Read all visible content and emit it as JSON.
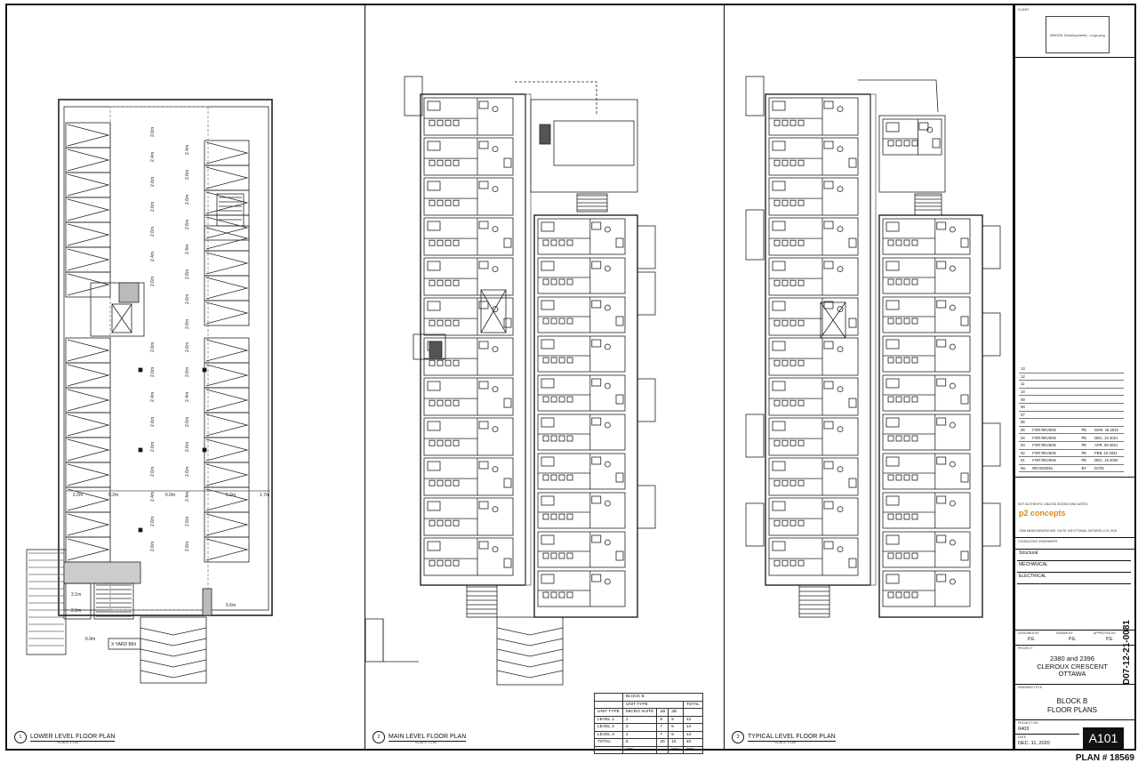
{
  "plans": {
    "lower": {
      "number": "1",
      "sheet": "A101",
      "title": "LOWER LEVEL FLOOR PLAN",
      "scale": "SCALE 1:150"
    },
    "main": {
      "number": "2",
      "sheet": "A101",
      "title": "MAIN LEVEL FLOOR PLAN",
      "scale": "SCALE 1:150"
    },
    "typical": {
      "number": "3",
      "sheet": "A101",
      "title": "TYPICAL LEVEL FLOOR PLAN",
      "scale": "SCALE 1:150"
    }
  },
  "parking_dims": [
    "2.6m",
    "2.4m",
    "2.6m",
    "2.6m",
    "2.6m",
    "2.4m",
    "2.6m",
    "2.6m",
    "2.6m",
    "2.4m",
    "2.6m",
    "2.6m",
    "2.6m",
    "2.4m",
    "2.6m",
    "2.6m"
  ],
  "parking_row_dims": [
    "2.2m",
    "5.2m",
    "6.0m",
    "5.2m",
    "1.7m"
  ],
  "lower_extra": {
    "dim_a": "3.1m",
    "dim_b": "2.1m",
    "dim_c": "6.9m",
    "bike": "X YARD BIN",
    "dim_d": "5.6m"
  },
  "unit_table": {
    "title": "BLOCK B",
    "head1": [
      "UNIT TYPE",
      "",
      "",
      "TOTAL"
    ],
    "head2": [
      "UNIT TYPE",
      "MICRO SUITE",
      "1B",
      "2B",
      ""
    ],
    "rows": [
      [
        "LEVEL 1",
        "1",
        "6",
        "5",
        "12"
      ],
      [
        "LEVEL 2",
        "2",
        "7",
        "5",
        "14"
      ],
      [
        "LEVEL 3",
        "2",
        "7",
        "5",
        "14"
      ],
      [
        "TOTAL",
        "5",
        "20",
        "15",
        "40"
      ],
      [
        "",
        "13%",
        "",
        "50%",
        "37%"
      ]
    ]
  },
  "title_block": {
    "client_label": "CLIENT",
    "logo_text": "BROOK Developments - Logo.png",
    "revisions": [
      {
        "no": "13",
        "desc": "",
        "by": "",
        "date": ""
      },
      {
        "no": "12",
        "desc": "",
        "by": "",
        "date": ""
      },
      {
        "no": "11",
        "desc": "",
        "by": "",
        "date": ""
      },
      {
        "no": "10",
        "desc": "",
        "by": "",
        "date": ""
      },
      {
        "no": "09",
        "desc": "",
        "by": "",
        "date": ""
      },
      {
        "no": "08",
        "desc": "",
        "by": "",
        "date": ""
      },
      {
        "no": "07",
        "desc": "",
        "by": "",
        "date": ""
      },
      {
        "no": "06",
        "desc": "",
        "by": "",
        "date": ""
      },
      {
        "no": "05",
        "desc": "FOR REVIEW",
        "by": "PE",
        "date": "MAR. 18 2022"
      },
      {
        "no": "04",
        "desc": "FOR REVIEW",
        "by": "PE",
        "date": "DEC. 22 2021"
      },
      {
        "no": "03",
        "desc": "FOR REVIEW",
        "by": "PE",
        "date": "APR. 09 2021"
      },
      {
        "no": "02",
        "desc": "FOR REVIEW",
        "by": "PE",
        "date": "FEB. 10 2021"
      },
      {
        "no": "01",
        "desc": "FOR REVIEW",
        "by": "PE",
        "date": "DEC. 15 2020"
      }
    ],
    "rev_head": {
      "no": "No.",
      "desc": "REVISIONS",
      "by": "BY",
      "date": "DATE"
    },
    "not_authentic": "NOT AUTHENTIC UNLESS SIGNED AND DATED",
    "firm_logo": "p2 concepts",
    "firm_address": "7066 MEADOWVIEW AVE. SUITE 105  OTTAWA, ONTARIO, K2C 3G8",
    "consulting": "CONSULTING ENGINEERS",
    "consultants": [
      "Structural",
      "MECHANICAL",
      "ELECTRICAL"
    ],
    "designed_by_label": "DESIGNED BY",
    "drawn_by_label": "DRAWN BY",
    "approved_by_label": "APPROVED BY",
    "designed_by": "P.E.",
    "drawn_by": "P.E.",
    "approved_by": "P.E.",
    "project_label": "PROJECT",
    "project": [
      "2380 and 2396",
      "CLEROUX CRESCENT",
      "OTTAWA"
    ],
    "drawing_title_label": "DRAWING TITLE",
    "drawing_title": [
      "BLOCK B",
      "FLOOR PLANS"
    ],
    "project_no_label": "PROJECT NO.",
    "project_no": "0403",
    "date_label": "DATE",
    "date": "DEC. 11, 2020",
    "sheet": "A101"
  },
  "file_code": "D07-12-21-0081",
  "plan_number": "PLAN # 18569"
}
